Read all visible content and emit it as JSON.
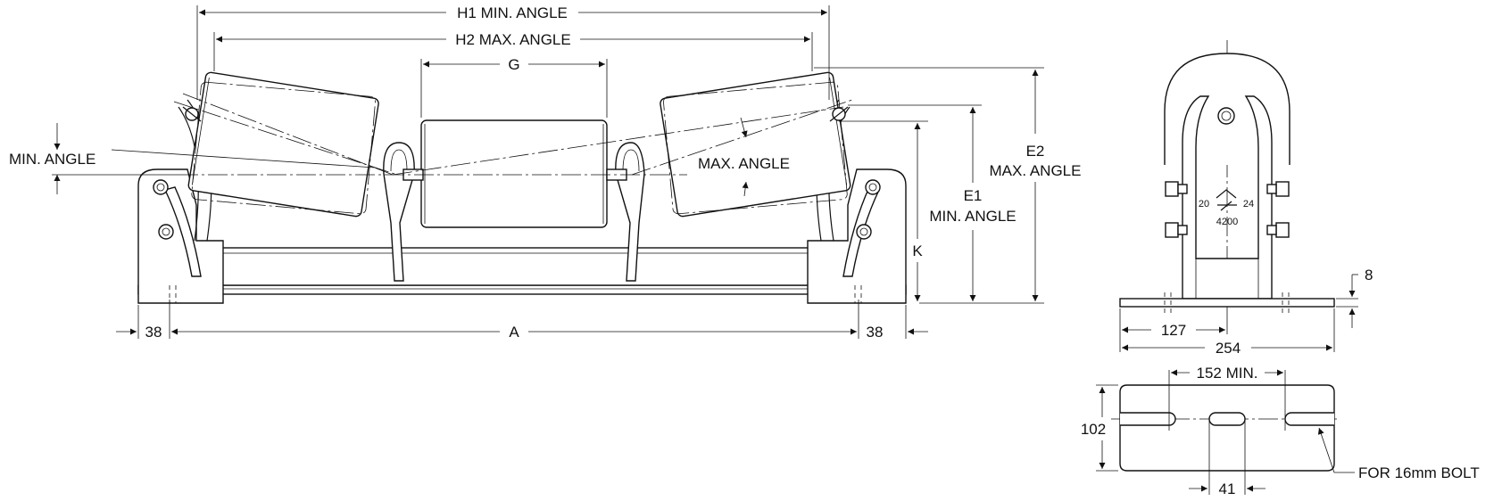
{
  "labels": {
    "h1": "H1 MIN. ANGLE",
    "h2": "H2 MAX. ANGLE",
    "g": "G",
    "min_angle": "MIN. ANGLE",
    "max_angle": "MAX. ANGLE",
    "e1_line1": "E1",
    "e1_line2": "MIN. ANGLE",
    "e2_line1": "E2",
    "e2_line2": "MAX. ANGLE",
    "k": "K",
    "a": "A",
    "dim_38_left": "38",
    "dim_38_right": "38",
    "dim_8": "8",
    "dim_127": "127",
    "dim_254": "254",
    "dim_152": "152 MIN.",
    "dim_102": "102",
    "dim_41": "41",
    "bolt_note": "FOR 16mm BOLT",
    "logo_left": "20",
    "logo_right": "24",
    "logo_bottom": "4200"
  }
}
